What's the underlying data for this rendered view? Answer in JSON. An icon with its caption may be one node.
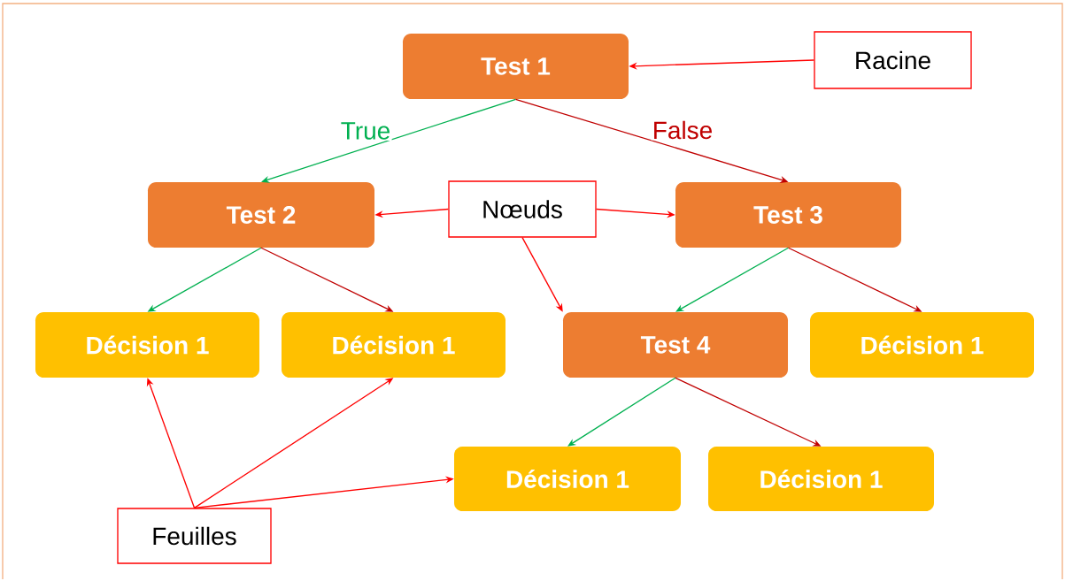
{
  "diagram": {
    "nodes": [
      {
        "text": [
          "Test 1"
        ]
      },
      {
        "text": [
          "Racine"
        ]
      },
      {
        "text": [
          "Test 2"
        ]
      },
      {
        "text": [
          "Nœuds"
        ]
      },
      {
        "text": [
          "Test 3"
        ]
      },
      {
        "text": [
          "Décision 1"
        ]
      },
      {
        "text": [
          "Décision 1"
        ]
      },
      {
        "text": [
          "Test 4"
        ]
      },
      {
        "text": [
          "Décision 1"
        ]
      },
      {
        "text": [
          "Décision 1"
        ]
      },
      {
        "text": [
          "Décision 1"
        ]
      },
      {
        "text": [
          "Feuilles"
        ]
      }
    ],
    "edges": [
      {
        "from": 0,
        "to": 2,
        "arrow": "to",
        "label": "True",
        "color": "#00b050"
      },
      {
        "from": 0,
        "to": 4,
        "arrow": "to",
        "label": "False",
        "color": "#c00000"
      },
      {
        "from": 1,
        "to": 0,
        "arrow": "to",
        "color": "#ff0000"
      },
      {
        "from": 3,
        "to": 2,
        "arrow": "to",
        "color": "#ff0000"
      },
      {
        "from": 3,
        "to": 4,
        "arrow": "to",
        "color": "#ff0000"
      },
      {
        "from": 3,
        "to": 7,
        "arrow": "to",
        "color": "#ff0000"
      },
      {
        "from": 2,
        "to": 5,
        "arrow": "to",
        "color": "#00b050"
      },
      {
        "from": 2,
        "to": 6,
        "arrow": "to",
        "color": "#c00000"
      },
      {
        "from": 4,
        "to": 7,
        "arrow": "to",
        "color": "#00b050"
      },
      {
        "from": 4,
        "to": 8,
        "arrow": "to",
        "color": "#c00000"
      },
      {
        "from": 7,
        "to": 9,
        "arrow": "to",
        "color": "#00b050"
      },
      {
        "from": 7,
        "to": 10,
        "arrow": "to",
        "color": "#c00000"
      },
      {
        "from": 11,
        "to": 5,
        "arrow": "to",
        "color": "#ff0000"
      },
      {
        "from": 11,
        "to": 6,
        "arrow": "to",
        "color": "#ff0000"
      },
      {
        "from": 11,
        "to": 9,
        "arrow": "to",
        "color": "#ff0000"
      }
    ]
  }
}
